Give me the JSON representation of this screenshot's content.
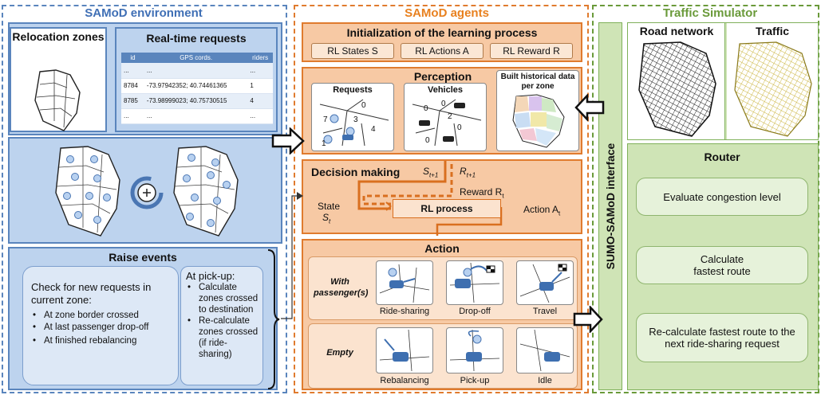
{
  "samod_env": {
    "title": "SAMoD environment",
    "relocation_title": "Relocation zones",
    "requests_title": "Real-time requests",
    "table_headers": [
      "id",
      "GPS cords.",
      "riders"
    ],
    "table_rows": [
      [
        "...",
        "...",
        "..."
      ],
      [
        "8784",
        "-73.97942352; 40.74461365",
        "1"
      ],
      [
        "8785",
        "-73.98999023; 40.75730515",
        "4"
      ],
      [
        "...",
        "...",
        "..."
      ]
    ],
    "raise_events": {
      "title": "Raise events",
      "check_title": "Check for new requests in current zone:",
      "check_items": [
        "At zone border crossed",
        "At last passenger drop-off",
        "At finished rebalancing"
      ],
      "pickup_title": "At pick-up:",
      "pickup_items": [
        "Calculate zones crossed to destination",
        "Re-calculate zones crossed (if ride-sharing)"
      ]
    }
  },
  "samod_agents": {
    "title": "SAMoD agents",
    "init": {
      "title": "Initialization of the learning process",
      "chips": [
        "RL States S",
        "RL Actions A",
        "RL Reward R"
      ]
    },
    "perception": {
      "title": "Perception",
      "requests_label": "Requests",
      "vehicles_label": "Vehicles",
      "historical_label": "Built historical data per zone",
      "req_numbers": [
        "0",
        "7",
        "3",
        "4",
        "1"
      ],
      "veh_numbers": [
        "0",
        "0",
        "2",
        "0",
        "0"
      ]
    },
    "decision": {
      "title": "Decision making",
      "s_next": "S",
      "s_next_sub": "t+1",
      "r_next": "R",
      "r_next_sub": "t+1",
      "reward_label": "Reward R",
      "reward_sub": "t",
      "state_label": "State",
      "state_sym": "S",
      "state_sub": "t",
      "rl_process": "RL process",
      "action_label": "Action A",
      "action_sub": "t"
    },
    "action": {
      "title": "Action",
      "with_label": "With passenger(s)",
      "empty_label": "Empty",
      "with_items": [
        "Ride-sharing",
        "Drop-off",
        "Travel"
      ],
      "empty_items": [
        "Rebalancing",
        "Pick-up",
        "Idle"
      ]
    }
  },
  "traffic_sim": {
    "title": "Traffic Simulator",
    "interface_label": "SUMO-SAMoD interface",
    "road_network": "Road network",
    "traffic": "Traffic",
    "router_title": "Router",
    "router_items": [
      "Evaluate congestion level",
      "Calculate fastest route",
      "Re-calculate fastest route to the next ride-sharing request"
    ]
  },
  "colors": {
    "blue_border": "#5a85bd",
    "blue_fill": "#bdd3ee",
    "orange_border": "#e07b2e",
    "orange_fill": "#f7c9a4",
    "green_border": "#7fb05a",
    "green_fill": "#cfe4b6",
    "title_blue": "#3f6fb5",
    "title_orange": "#e8801e",
    "title_green": "#6a9a3a"
  }
}
